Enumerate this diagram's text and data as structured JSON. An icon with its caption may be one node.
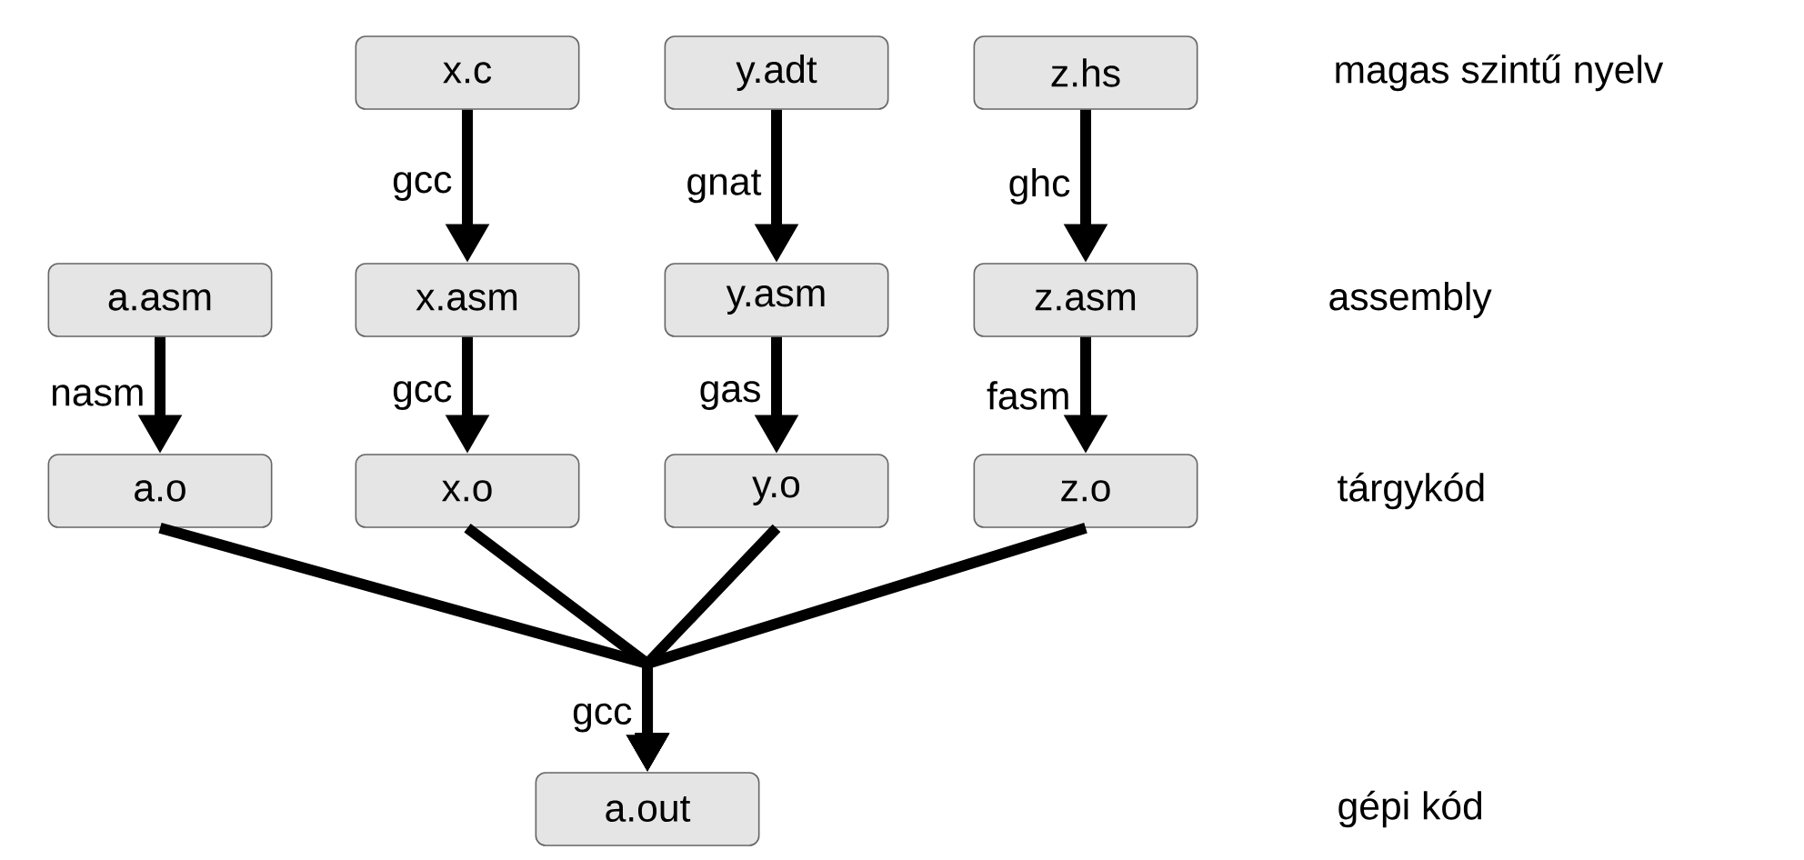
{
  "diagram": {
    "nodes": [
      {
        "text": [
          "x.c"
        ]
      },
      {
        "text": [
          "y.adt"
        ]
      },
      {
        "text": [
          "z.hs"
        ]
      },
      {
        "text": [
          "a.asm"
        ]
      },
      {
        "text": [
          "x.asm"
        ]
      },
      {
        "text": [
          "y.asm"
        ]
      },
      {
        "text": [
          "z.asm"
        ]
      },
      {
        "text": [
          "a.o"
        ]
      },
      {
        "text": [
          "x.o"
        ]
      },
      {
        "text": [
          "y.o"
        ]
      },
      {
        "text": [
          "z.o"
        ]
      },
      {
        "text": [
          "a.out"
        ]
      }
    ],
    "edges": [
      {
        "from": 0,
        "to": 4,
        "arrow": "to",
        "label": "gcc"
      },
      {
        "from": 1,
        "to": 5,
        "arrow": "to",
        "label": "gnat"
      },
      {
        "from": 2,
        "to": 6,
        "arrow": "to",
        "label": "ghc"
      },
      {
        "from": 3,
        "to": 7,
        "arrow": "to",
        "label": "nasm"
      },
      {
        "from": 4,
        "to": 8,
        "arrow": "to",
        "label": "gcc"
      },
      {
        "from": 5,
        "to": 9,
        "arrow": "to",
        "label": "gas"
      },
      {
        "from": 6,
        "to": 10,
        "arrow": "to",
        "label": "fasm"
      },
      {
        "from": 7,
        "to": 11,
        "arrow": "to",
        "label": "gcc"
      },
      {
        "from": 8,
        "to": 11,
        "arrow": "to"
      },
      {
        "from": 9,
        "to": 11,
        "arrow": "to"
      },
      {
        "from": 10,
        "to": 11,
        "arrow": "to"
      }
    ],
    "labels": [
      "magas szintű nyelv",
      "assembly",
      "tárgykód",
      "gépi kód"
    ]
  }
}
